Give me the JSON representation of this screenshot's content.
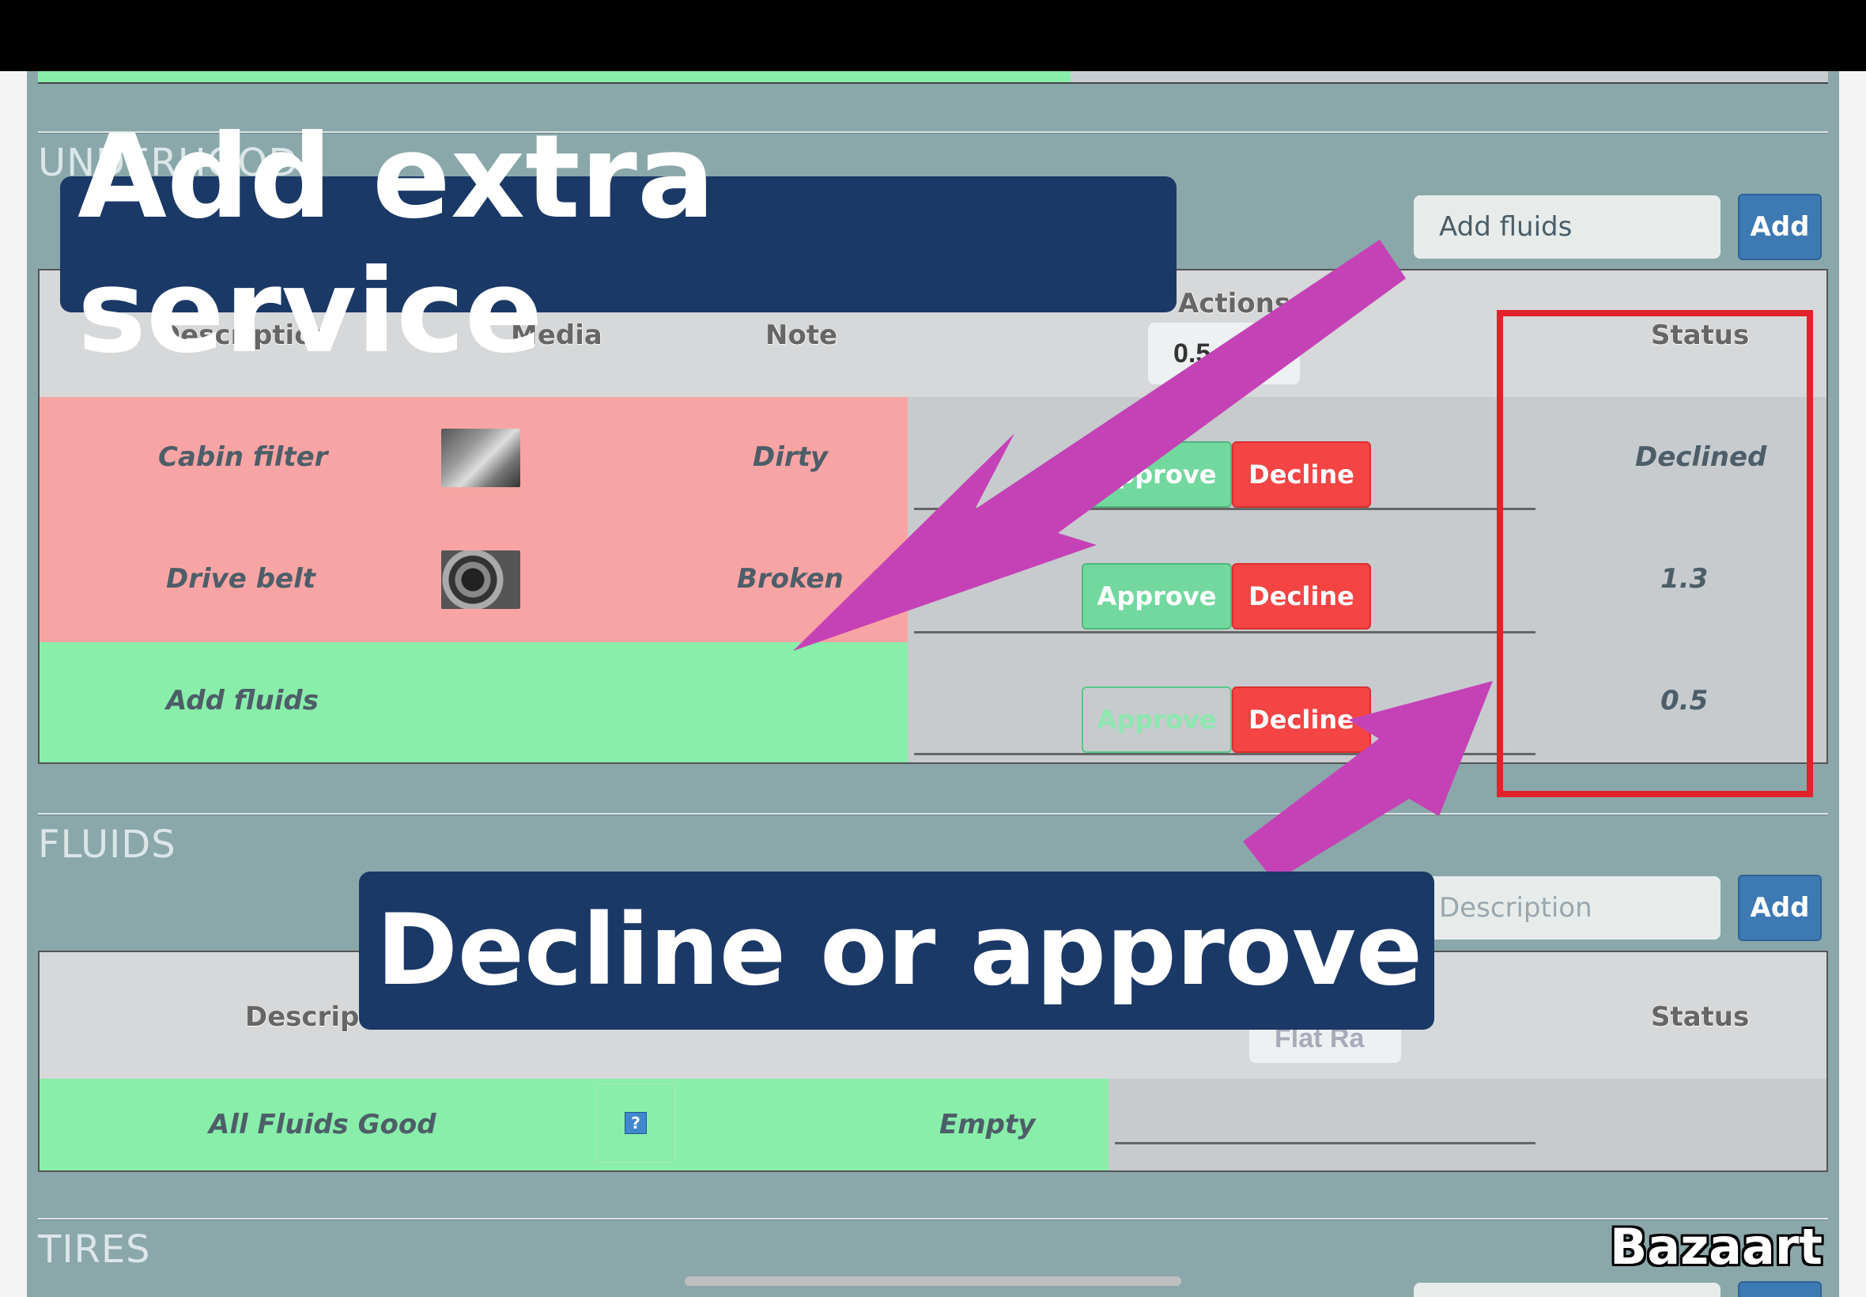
{
  "underhood": {
    "title": "UNDERHOOD",
    "add_input_value": "Add fluids",
    "add_label": "Add",
    "headers": {
      "description": "Description",
      "media": "Media",
      "note": "Note",
      "actions": "Actions",
      "status": "Status",
      "rate_value": "0.5"
    },
    "rows": [
      {
        "description": "Cabin filter",
        "note": "Dirty",
        "status": "Declined",
        "approve": "Approve",
        "decline": "Decline",
        "media_icon": "cabin-filter-photo-icon"
      },
      {
        "description": "Drive belt",
        "note": "Broken",
        "status": "1.3",
        "approve": "Approve",
        "decline": "Decline",
        "media_icon": "drive-belt-photo-icon"
      },
      {
        "description": "Add fluids",
        "note": "",
        "status": "0.5",
        "approve": "Approve",
        "decline": "Decline"
      }
    ]
  },
  "fluids": {
    "title": "FLUIDS",
    "add_input_placeholder": "Description",
    "add_label": "Add",
    "headers": {
      "description": "Descripti",
      "status": "Status",
      "rate_label": "Flat Ra"
    },
    "rows": [
      {
        "description": "All Fluids Good",
        "media_icon": "question-icon",
        "media_glyph": "?",
        "note": "Empty"
      }
    ]
  },
  "tires": {
    "title": "TIRES"
  },
  "overlays": {
    "banner_top": "Add extra service",
    "banner_bottom": "Decline or approve",
    "watermark": "Bazaart"
  },
  "colors": {
    "row_red": "#f9a4a4",
    "row_green": "#88eeaa",
    "add_button": "#3d79b3",
    "decline_button": "#f44444",
    "approve_button": "#72d89e",
    "banner": "#1b3966",
    "arrow": "#c542b6",
    "highlight_box": "#e1222a"
  }
}
